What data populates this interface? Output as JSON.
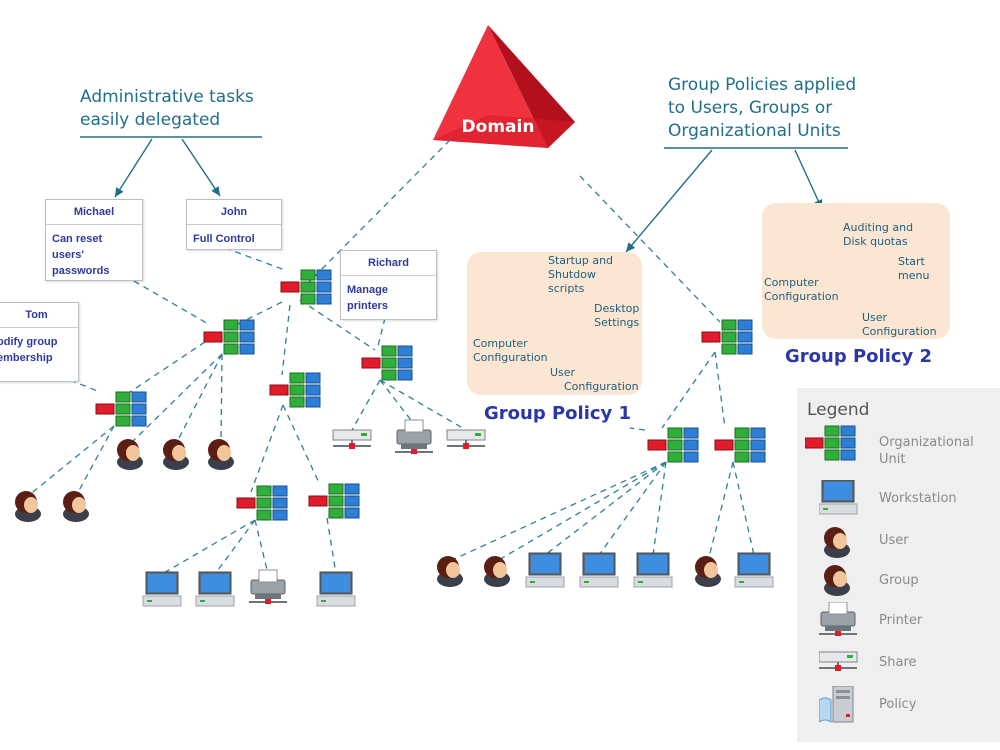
{
  "domain": {
    "label": "Domain"
  },
  "annotations": {
    "admin": [
      "Administrative tasks",
      "easily delegated"
    ],
    "gp": [
      "Group Policies applied",
      "to Users, Groups or",
      "Organizational Units"
    ]
  },
  "cards": {
    "michael": {
      "name": "Michael",
      "desc": [
        "Can reset users'",
        "passwords"
      ]
    },
    "john": {
      "name": "John",
      "desc": [
        "Full Control"
      ]
    },
    "tom": {
      "name": "Tom",
      "desc": [
        "odify group",
        "embership"
      ]
    },
    "richard": {
      "name": "Richard",
      "desc": [
        "Manage",
        "printers"
      ]
    }
  },
  "group_policy_1": {
    "title": "Group Policy 1",
    "startup": [
      "Startup and",
      "Shutdow",
      "scripts"
    ],
    "desktop": [
      "Desktop",
      "Settings"
    ],
    "computer": [
      "Computer",
      "Configuration"
    ],
    "user": [
      "User",
      "Configuration"
    ]
  },
  "group_policy_2": {
    "title": "Group Policy 2",
    "auditing": [
      "Auditing and",
      "Disk quotas"
    ],
    "start_menu": [
      "Start",
      "menu"
    ],
    "computer": [
      "Computer",
      "Configuration"
    ],
    "user": [
      "User",
      "Configuration"
    ]
  },
  "legend": {
    "title": "Legend",
    "items": [
      {
        "icon": "organizational-unit-icon",
        "label": [
          "Organizational",
          "Unit"
        ]
      },
      {
        "icon": "workstation-icon",
        "label": [
          "Workstation"
        ]
      },
      {
        "icon": "user-icon",
        "label": [
          "User"
        ]
      },
      {
        "icon": "group-icon",
        "label": [
          "Group"
        ]
      },
      {
        "icon": "printer-icon",
        "label": [
          "Printer"
        ]
      },
      {
        "icon": "share-icon",
        "label": [
          "Share"
        ]
      },
      {
        "icon": "policy-icon",
        "label": [
          "Policy"
        ]
      }
    ]
  },
  "colors": {
    "annotation": "#1f6f8b",
    "card_text": "#2e3a9e",
    "policy_box": "#fbe5d3",
    "policy_title": "#2b36a8",
    "domain_red": "#e01b2a",
    "link": "#2e7f9a"
  }
}
